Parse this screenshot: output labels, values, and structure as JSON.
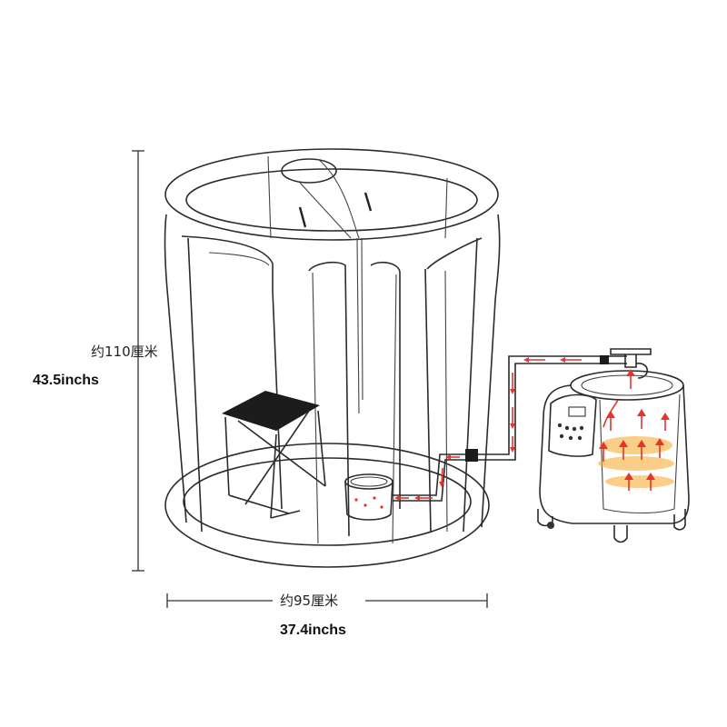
{
  "diagram": {
    "height_label_cn": "约110厘米",
    "height_label_en": "43.5inchs",
    "width_label_cn": "约95厘米",
    "width_label_en": "37.4inchs",
    "colors": {
      "line": "#2b2b2b",
      "steam_arrow": "#e8332a",
      "heat_glow": "#f6a623",
      "background": "#ffffff"
    },
    "icons": [
      "sauna-tent",
      "folding-stool",
      "water-pot",
      "steam-hose",
      "steam-generator",
      "steam-arrow"
    ]
  }
}
